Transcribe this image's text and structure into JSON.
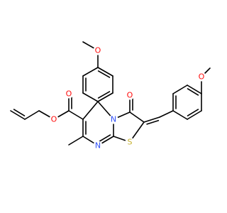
{
  "structure": {
    "colors": {
      "bond": "#000000",
      "oxygen": "#ff0d0d",
      "nitrogen": "#3050f8",
      "sulfur": "#c6b12f",
      "background": "#ffffff"
    },
    "atom_labels": {
      "o_methoxy_top": "O",
      "o_carbonyl_ring": "O",
      "o_methoxy_right": "O",
      "o_ester_carbonyl": "O",
      "o_ester_single": "O",
      "n_ring_fused": "N",
      "n_ring_imine": "N",
      "s_ring": "S"
    }
  }
}
